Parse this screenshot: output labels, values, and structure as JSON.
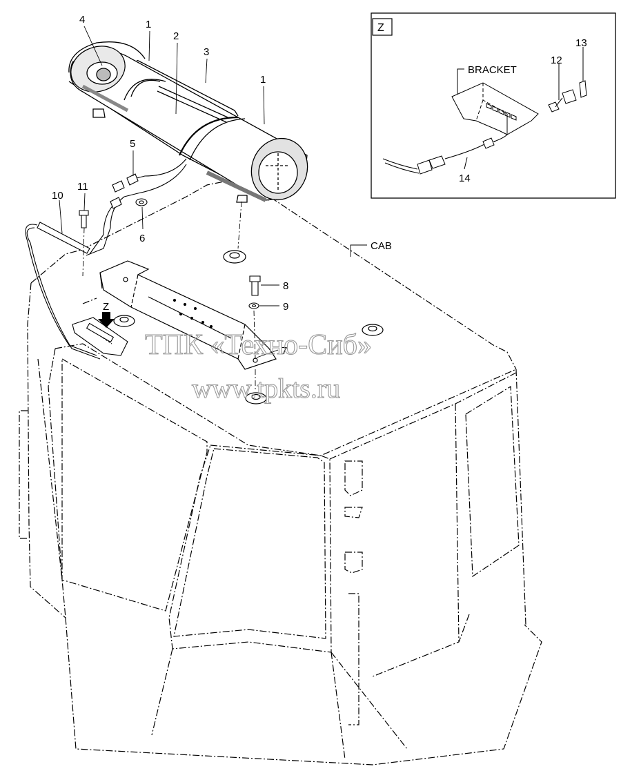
{
  "inset": {
    "view_label": "Z",
    "bracket_label": "BRACKET"
  },
  "cab_label": "CAB",
  "view_marker": "Z",
  "callouts": {
    "c1a": "1",
    "c1b": "1",
    "c2": "2",
    "c3": "3",
    "c4": "4",
    "c5": "5",
    "c6": "6",
    "c7": "7",
    "c8": "8",
    "c9": "9",
    "c10": "10",
    "c11": "11",
    "c12": "12",
    "c13": "13",
    "c14": "14"
  },
  "watermark": {
    "line1": "ТПК «Техно-Сиб»",
    "line2": "www.tpkts.ru"
  },
  "colors": {
    "line": "#000000",
    "watermark": "#9a9a9a",
    "background": "#ffffff"
  }
}
